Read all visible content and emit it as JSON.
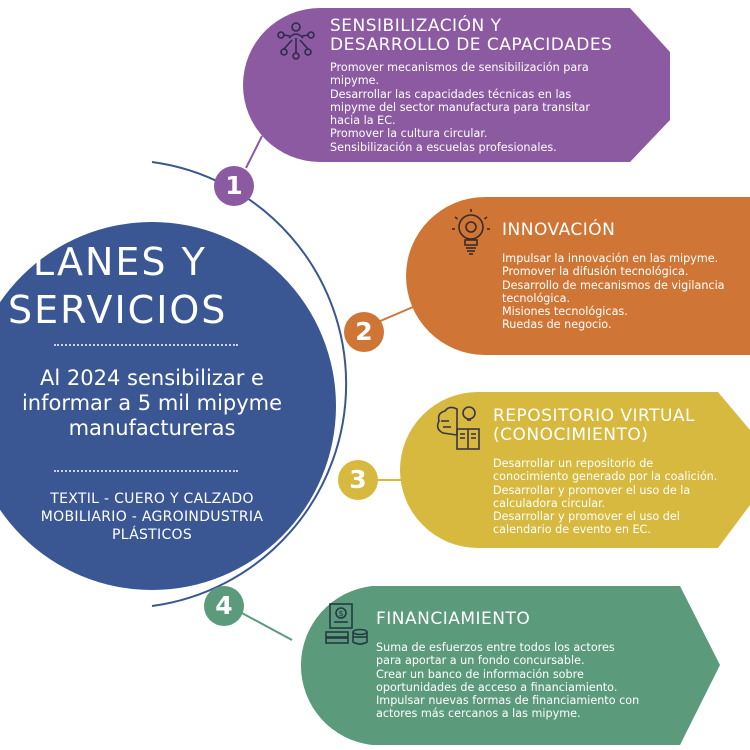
{
  "main": {
    "title_lines": [
      "PLANES Y",
      "SERVICIOS"
    ],
    "goal": "Al 2024 sensibilizar e informar a 5 mil mipyme manufactureras",
    "sectors": [
      "TEXTIL - CUERO Y CALZADO",
      "MOBILIARIO - AGROINDUSTRIA",
      "PLÁSTICOS"
    ]
  },
  "cards": [
    {
      "number": "1",
      "title_lines": [
        "SENSIBILIZACIÓN Y",
        "DESARROLLO DE CAPACIDADES"
      ],
      "items": [
        "Promover mecanismos de sensibilización para",
        "mipyme.",
        "Desarrollar las capacidades técnicas en las",
        "mipyme del sector manufactura para transitar",
        "hacia la EC.",
        "Promover la cultura circular.",
        "Sensibilización a escuelas profesionales."
      ],
      "icon": "people-network-icon"
    },
    {
      "number": "2",
      "title_lines": [
        "INNOVACIÓN"
      ],
      "items": [
        "Impulsar la innovación en las mipyme.",
        "Promover la difusión tecnológica.",
        "Desarrollo de mecanismos de vigilancia",
        "tecnológica.",
        "Misiones tecnológicas.",
        "Ruedas de negocio."
      ],
      "icon": "lightbulb-gear-icon"
    },
    {
      "number": "3",
      "title_lines": [
        "REPOSITORIO VIRTUAL",
        "(CONOCIMIENTO)"
      ],
      "items": [
        "Desarrollar un repositorio de",
        "conocimiento generado por la coalición.",
        "Desarrollar y promover el uso de la",
        "calculadora circular.",
        "Desarrollar y promover el uso del",
        "calendario de evento en EC."
      ],
      "icon": "brain-book-icon"
    },
    {
      "number": "4",
      "title_lines": [
        "FINANCIAMIENTO"
      ],
      "items": [
        "Suma de esfuerzos entre todos los actores",
        "para aportar a un fondo concursable.",
        "Crear un banco de información sobre",
        "oportunidades de acceso a financiamiento.",
        "Impulsar nuevas formas de financiamiento con",
        "actores más cercanos a las mipyme."
      ],
      "icon": "money-document-icon"
    }
  ],
  "colors": {
    "main": "#3a5793",
    "card1": "#8c5aa0",
    "card2": "#cf7637",
    "card3": "#d7b93f",
    "card4": "#5b9a7b",
    "arc": "#3a5793"
  }
}
